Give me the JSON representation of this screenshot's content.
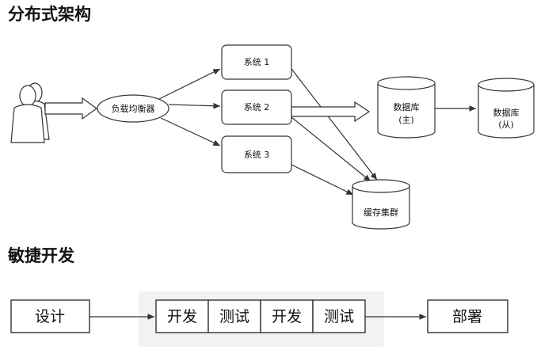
{
  "sections": {
    "distributed": {
      "title": "分布式架构",
      "nodes": {
        "load_balancer": "负载均衡器",
        "system1": "系统 1",
        "system2": "系统 2",
        "system3": "系统 3",
        "db_master_line1": "数据库",
        "db_master_line2": "(主)",
        "db_slave_line1": "数据库",
        "db_slave_line2": "(从)",
        "cache_cluster": "缓存集群"
      }
    },
    "agile": {
      "title": "敏捷开发",
      "design": "设计",
      "iterations": [
        "开发",
        "测试",
        "开发",
        "测试"
      ],
      "deploy": "部署"
    }
  },
  "colors": {
    "stroke": "#333333",
    "box_fill": "#ffffff",
    "agile_band": "#f2f2f2"
  }
}
